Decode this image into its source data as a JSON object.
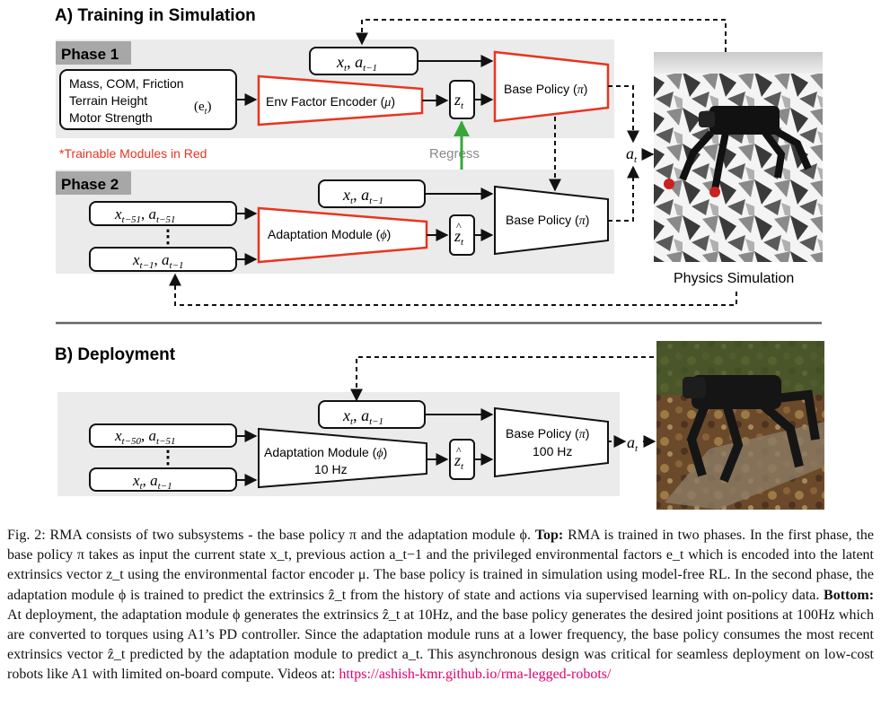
{
  "section_a": {
    "title": "A) Training in Simulation",
    "phase1": "Phase 1",
    "phase2": "Phase 2",
    "env_factors": [
      "Mass, COM, Friction",
      "Terrain Height",
      "Motor Strength"
    ],
    "env_factor_symbol": "(e",
    "env_factor_sub": "t",
    "env_encoder": "Env Factor Encoder (",
    "env_encoder_sym": "μ",
    "base_policy": "Base Policy (",
    "base_policy_sym": "π",
    "adaptation": "Adaptation Module (",
    "adaptation_sym": "ϕ",
    "trainable_note": "*Trainable Modules in Red",
    "regress": "Regress",
    "sim_label": "Physics Simulation",
    "history_rows": [
      {
        "x_sub": "t−51",
        "a_sub": "t−51"
      },
      {
        "x_sub": "t−1",
        "a_sub": "t−1"
      }
    ]
  },
  "section_b": {
    "title": "B) Deployment",
    "adaptation_rate": "10 Hz",
    "base_policy_rate": "100 Hz",
    "history_rows": [
      {
        "x_sub": "t−50",
        "a_sub": "t−51"
      },
      {
        "x_sub": "t",
        "a_sub": "t−1"
      }
    ]
  },
  "caption": {
    "p1": "Fig. 2: RMA consists of two subsystems - the base policy π and the adaptation module ϕ.",
    "top": "Top:",
    "p2": "RMA is trained in two phases. In the first phase, the base policy π takes as input the current state x_t, previous action a_t−1 and the privileged environmental factors e_t which is encoded into the latent extrinsics vector z_t using the environmental factor encoder μ. The base policy is trained in simulation using model-free RL. In the second phase, the adaptation module ϕ is trained to predict the extrinsics ẑ_t from the history of state and actions via supervised learning with on-policy data.",
    "bottom": "Bottom:",
    "p3": "At deployment, the adaptation module ϕ generates the extrinsics ẑ_t at 10Hz, and the base policy generates the desired joint positions at 100Hz which are converted to torques using A1’s PD controller. Since the adaptation module runs at a lower frequency, the base policy consumes the most recent extrinsics vector ẑ_t predicted by the adaptation module to predict a_t. This asynchronous design was critical for seamless deployment on low-cost robots like A1 with limited on-board compute. Videos at:",
    "link": "https://ashish-kmr.github.io/rma-legged-robots/"
  },
  "colors": {
    "trainable": "#e8341f",
    "panel": "#ebebeb",
    "phase_label_bg": "#a7a7a7",
    "regress_arrow": "#3aa63a"
  }
}
